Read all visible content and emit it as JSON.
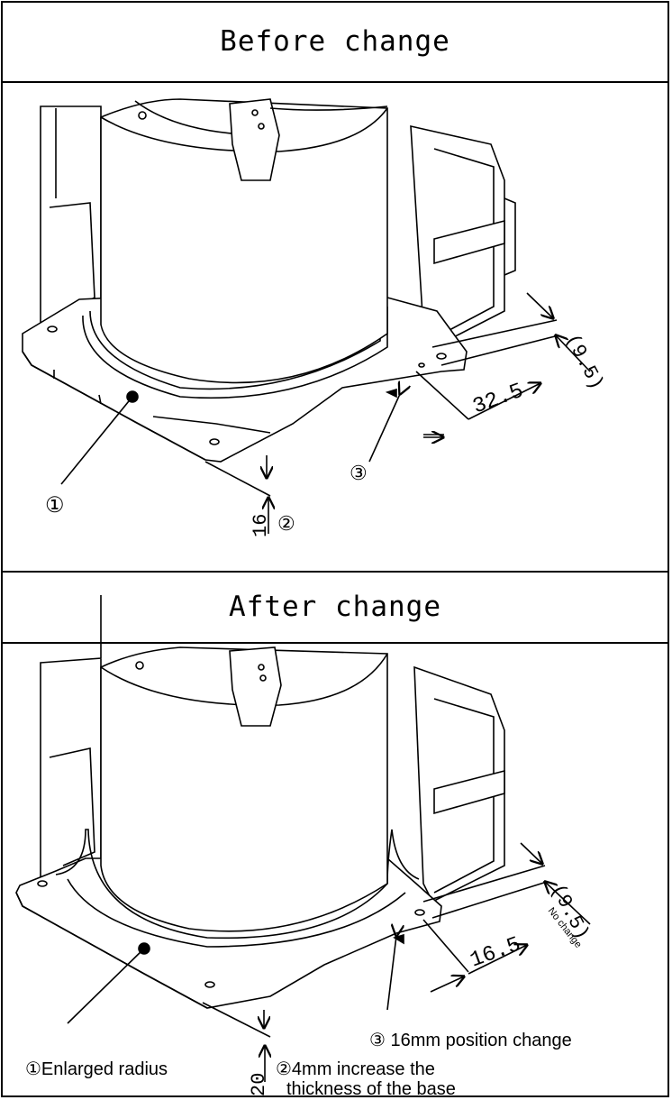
{
  "before": {
    "title": "Before change",
    "dim_9_5": "(9.5)",
    "dim_32_5": "32.5",
    "dim_16": "16",
    "marker_1": "①",
    "marker_2": "②",
    "marker_3": "③"
  },
  "after": {
    "title": "After change",
    "dim_9_5": "(9.5)",
    "no_change": "No change",
    "dim_16_5": "16.5",
    "dim_20": "20",
    "label_1": "①Enlarged radius",
    "label_2_line1": "②4mm increase the",
    "label_2_line2": "thickness of the base",
    "label_3": "③ 16mm  position change"
  }
}
